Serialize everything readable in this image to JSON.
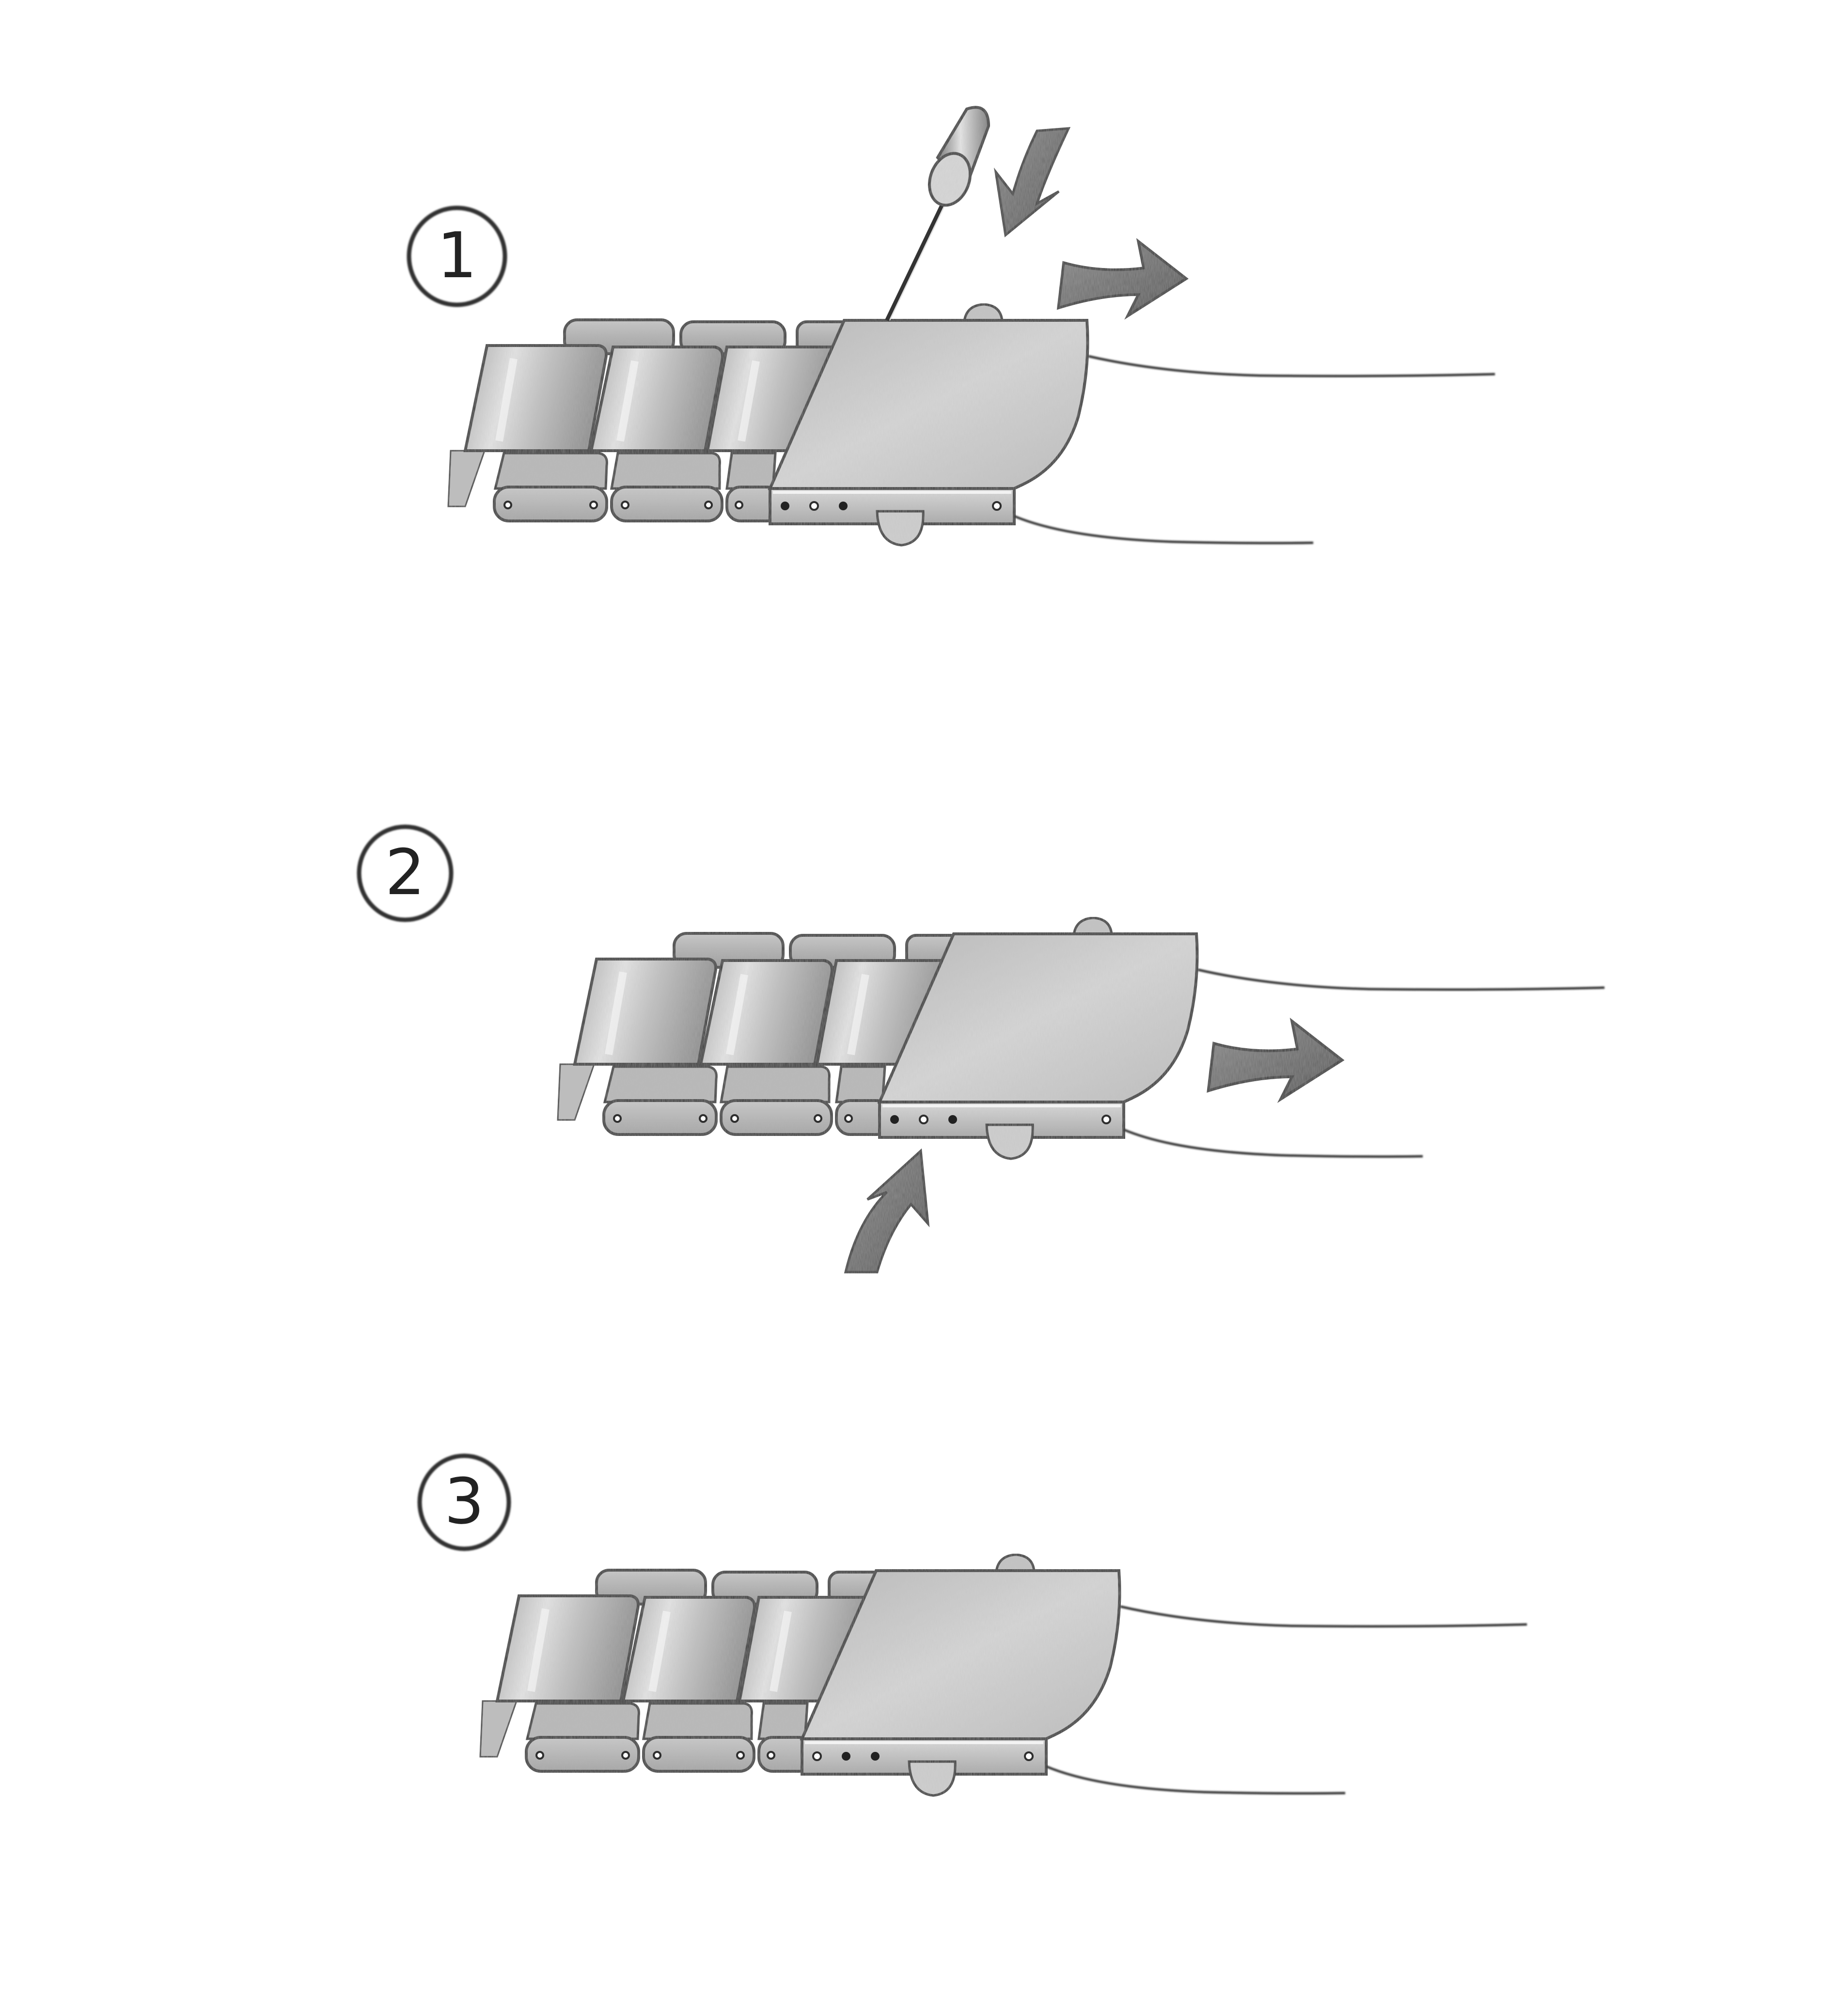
{
  "diagram": {
    "subject": "watch bracelet clasp adjustment",
    "style": "pencil sketch, grayscale",
    "colors": {
      "background": "#ffffff",
      "outline": "#2e2e2e",
      "metal_light": "#d9d9d9",
      "metal_mid": "#b4b4b4",
      "metal_dark": "#8c8c8c",
      "arrow": "#6b6b6b"
    }
  },
  "steps": [
    {
      "number": "1",
      "icon_semantics": [
        "spring-bar-tool-icon",
        "arrow-down-left-icon",
        "arrow-right-icon"
      ],
      "clasp_holes": 4,
      "filled_holes": [
        0,
        2
      ]
    },
    {
      "number": "2",
      "icon_semantics": [
        "arrow-right-icon",
        "arrow-up-icon"
      ],
      "clasp_holes": 4,
      "filled_holes": [
        0,
        2
      ]
    },
    {
      "number": "3",
      "icon_semantics": [],
      "clasp_holes": 4,
      "filled_holes": [
        1,
        2
      ]
    }
  ]
}
